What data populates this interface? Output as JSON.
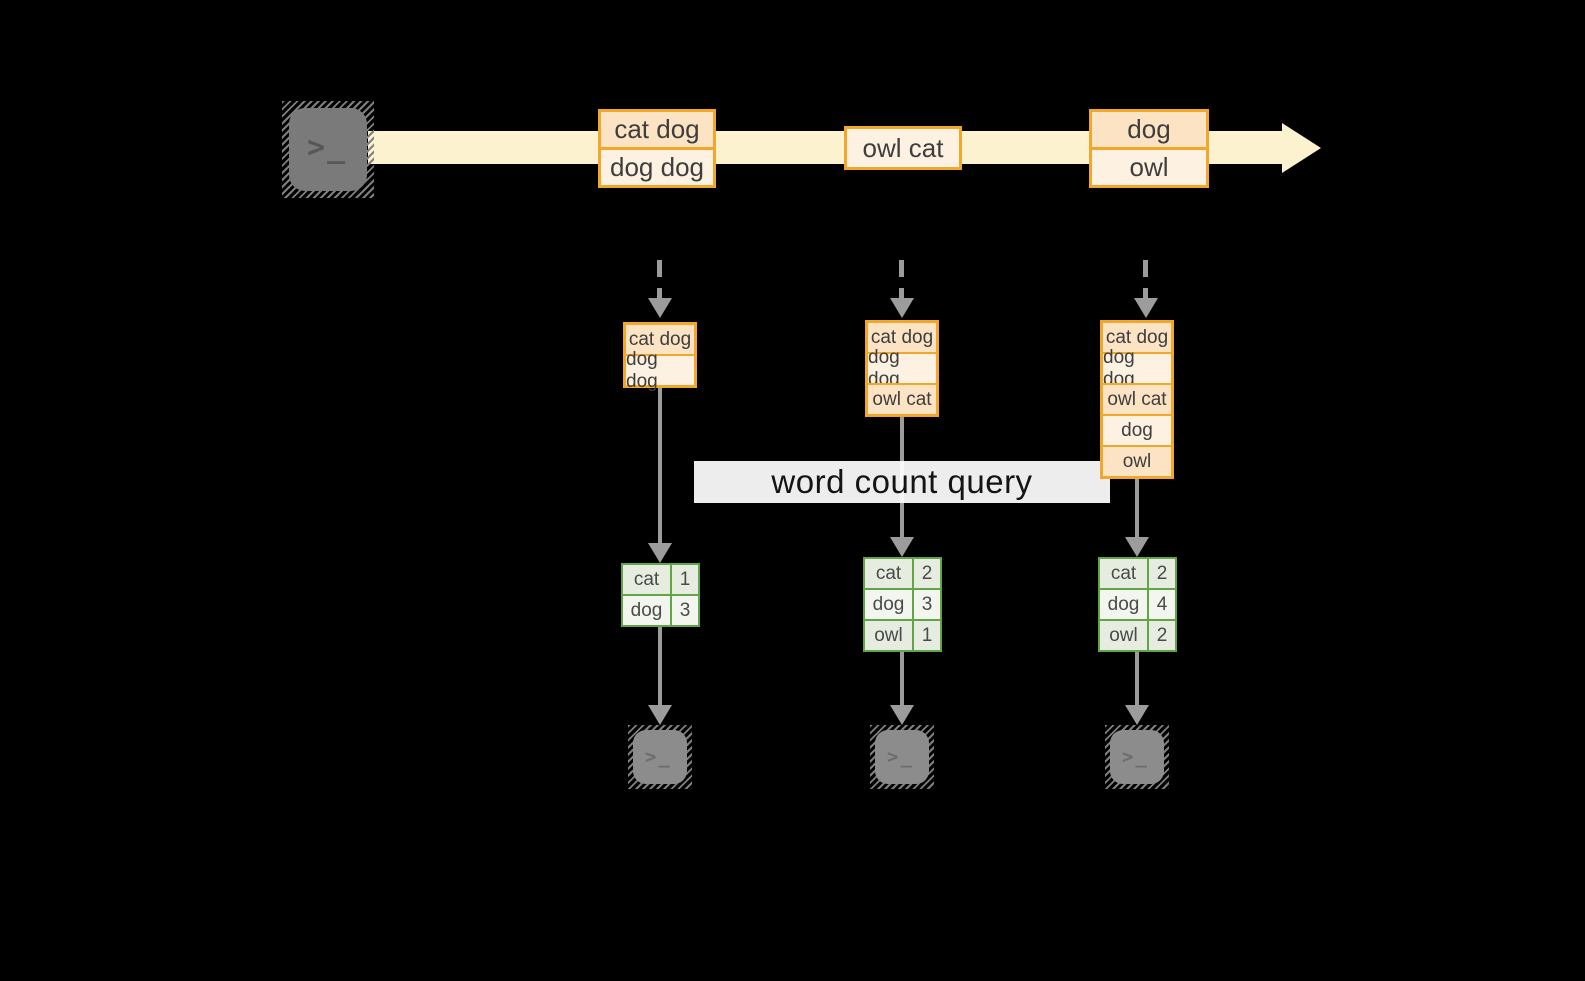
{
  "banner": {
    "label": "word count query"
  },
  "source_terminal": {
    "icon": ">_"
  },
  "stream_batches": [
    {
      "rows": [
        {
          "text": "cat dog"
        },
        {
          "text": "dog dog"
        }
      ]
    },
    {
      "rows": [
        {
          "text": "owl cat"
        }
      ]
    },
    {
      "rows": [
        {
          "text": "dog"
        },
        {
          "text": "owl"
        }
      ]
    }
  ],
  "micro_batches": [
    {
      "rows": [
        "cat dog",
        "dog dog"
      ]
    },
    {
      "rows": [
        "cat dog",
        "dog dog",
        "owl cat"
      ]
    },
    {
      "rows": [
        "cat dog",
        "dog dog",
        "owl cat",
        "dog",
        "owl"
      ]
    }
  ],
  "count_tables": [
    {
      "rows": [
        {
          "word": "cat",
          "count": "1"
        },
        {
          "word": "dog",
          "count": "3"
        }
      ]
    },
    {
      "rows": [
        {
          "word": "cat",
          "count": "2"
        },
        {
          "word": "dog",
          "count": "3"
        },
        {
          "word": "owl",
          "count": "1"
        }
      ]
    },
    {
      "rows": [
        {
          "word": "cat",
          "count": "2"
        },
        {
          "word": "dog",
          "count": "4"
        },
        {
          "word": "owl",
          "count": "2"
        }
      ]
    }
  ],
  "sink_terminals": [
    {
      "icon": ">_"
    },
    {
      "icon": ">_"
    },
    {
      "icon": ">_"
    }
  ],
  "colors": {
    "stream_band": "#fdf2d0",
    "box_border": "#f0a72a",
    "row_peach": "#fbe3c3",
    "row_cream": "#fdf1e1",
    "table_border": "#61a546",
    "arrow_gray": "#9c9c9c"
  }
}
